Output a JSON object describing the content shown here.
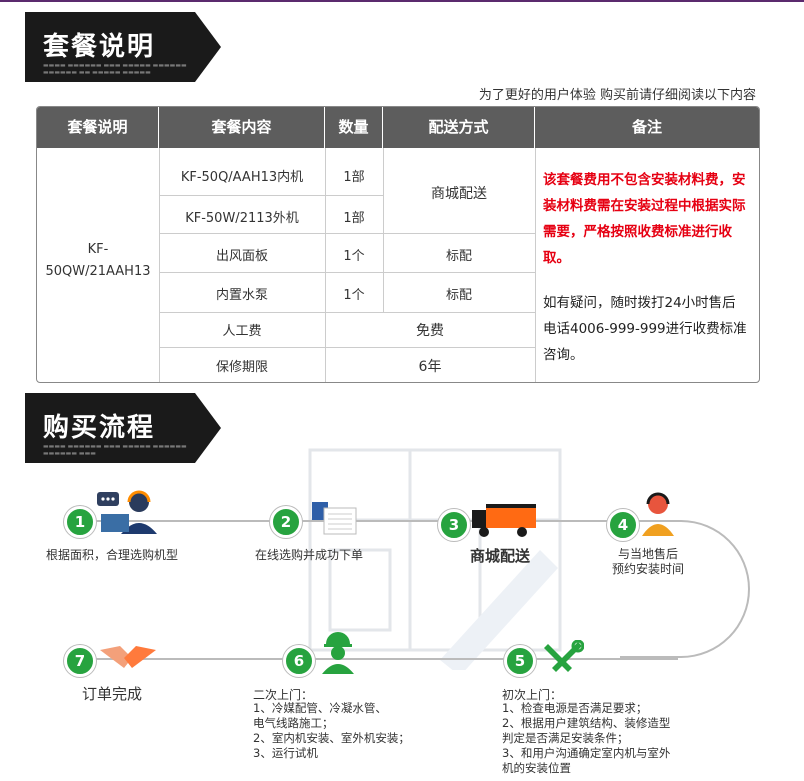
{
  "sections": {
    "package_title": "套餐说明",
    "process_title": "购买流程"
  },
  "notice": "为了更好的用户体验  购买前请仔细阅读以下内容",
  "table": {
    "headers": [
      "套餐说明",
      "套餐内容",
      "数量",
      "配送方式",
      "备注"
    ],
    "model": "KF-50QW/21AAH13",
    "rows": [
      {
        "item": "KF-50Q/AAH13内机",
        "qty": "1部"
      },
      {
        "item": "KF-50W/2113外机",
        "qty": "1部"
      },
      {
        "item": "出风面板",
        "qty": "1个",
        "delivery": "标配"
      },
      {
        "item": "内置水泵",
        "qty": "1个",
        "delivery": "标配"
      },
      {
        "item": "人工费",
        "merged": "免费"
      },
      {
        "item": "保修期限",
        "merged": "6年"
      }
    ],
    "delivery_main": "商城配送",
    "note_red": "该套餐费用不包含安装材料费，安装材料费需在安装过程中根据实际需要，严格按照收费标准进行收取。",
    "note_black": "如有疑问，随时拨打24小时售后电话4006-999-999进行收费标准咨询。"
  },
  "flow": {
    "steps": [
      {
        "num": "1",
        "label": "根据面积，合理选购机型"
      },
      {
        "num": "2",
        "label": "在线选购并成功下单"
      },
      {
        "num": "3",
        "label": "商城配送"
      },
      {
        "num": "4",
        "label": "与当地售后\n预约安装时间"
      },
      {
        "num": "5",
        "label": "初次上门："
      },
      {
        "num": "6",
        "label": "二次上门："
      },
      {
        "num": "7",
        "label": "订单完成"
      }
    ],
    "step5_details": [
      "1、检查电源是否满足要求；",
      "2、根据用户建筑结构、装修造型",
      "    判定是否满足安装条件；",
      "3、和用户沟通确定室内机与室外",
      "    机的安装位置"
    ],
    "step6_details": [
      "1、冷媒配管、冷凝水管、",
      "    电气线路施工；",
      "2、室内机安装、室外机安装；",
      "3、运行试机"
    ]
  },
  "colors": {
    "step_green": "#27a33f",
    "note_red": "#e60012",
    "header_gray": "#5d5d5d",
    "banner": "#1a1a1a"
  }
}
